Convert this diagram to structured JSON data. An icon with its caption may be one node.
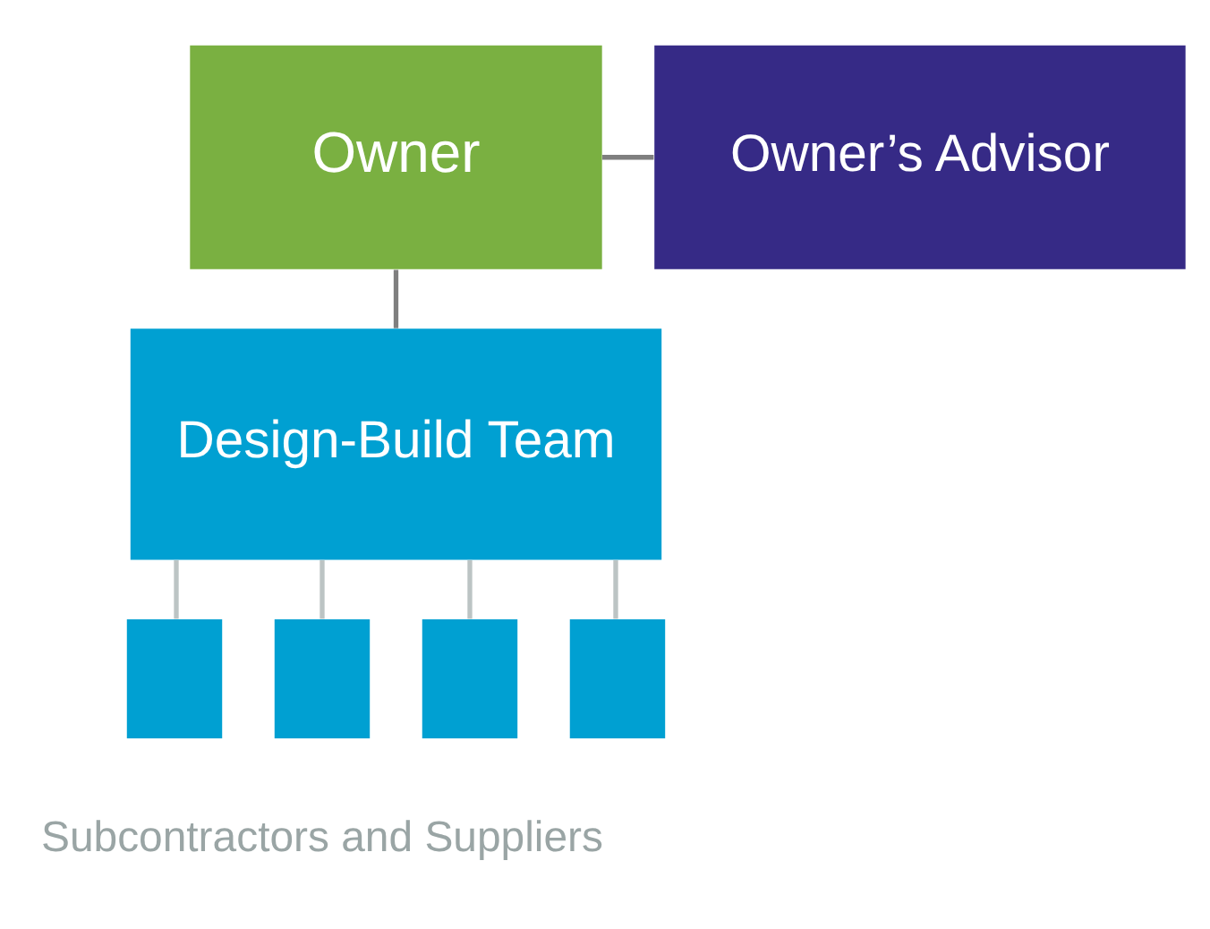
{
  "diagram": {
    "nodes": [
      {
        "text": [
          "Owner"
        ]
      },
      {
        "text": [
          "Owner’s Advisor"
        ]
      },
      {
        "text": [
          "Design-Build Team"
        ]
      },
      {
        "text": [],
        "shape": "box"
      },
      {
        "text": [],
        "shape": "box"
      },
      {
        "text": [],
        "shape": "box"
      },
      {
        "text": [],
        "shape": "box"
      }
    ],
    "edges": [
      {
        "from": 0,
        "to": 1,
        "arrow": "none",
        "color": "#7f7f7f"
      },
      {
        "from": 0,
        "to": 2,
        "arrow": "none",
        "color": "#7f7f7f"
      },
      {
        "from": 2,
        "to": 3,
        "arrow": "none"
      },
      {
        "from": 2,
        "to": 4,
        "arrow": "none"
      },
      {
        "from": 2,
        "to": 5,
        "arrow": "none"
      },
      {
        "from": 2,
        "to": 6,
        "arrow": "none"
      }
    ],
    "labels": [
      "Subcontractors and Suppliers"
    ]
  }
}
